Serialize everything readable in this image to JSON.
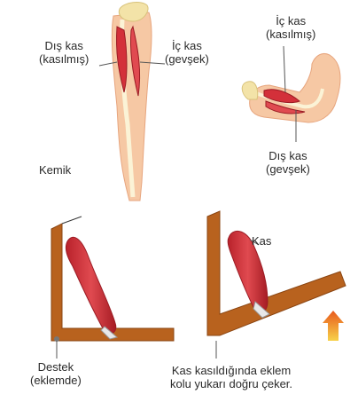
{
  "labels": {
    "dis_kas_left_line1": "Dış kas",
    "dis_kas_left_line2": "(kasılmış)",
    "ic_kas_left_line1": "İç kas",
    "ic_kas_left_line2": "(gevşek)",
    "kemik": "Kemik",
    "ic_kas_right_line1": "İç kas",
    "ic_kas_right_line2": "(kasılmış)",
    "dis_kas_right_line1": "Dış kas",
    "dis_kas_right_line2": "(gevşek)",
    "kas": "Kas",
    "destek_line1": "Destek",
    "destek_line2": "(eklemde)",
    "caption_line1": "Kas kasıldığında eklem",
    "caption_line2": "kolu yukarı doğru çeker."
  },
  "colors": {
    "muscle": "#d3303a",
    "muscle_dark": "#9b1c24",
    "skin": "#f6c8a4",
    "skin_dark": "#e7a57e",
    "bone": "#fbf3d6",
    "lever": "#b8621e",
    "lever_dark": "#8a4512",
    "arrow": "#f0a020"
  }
}
